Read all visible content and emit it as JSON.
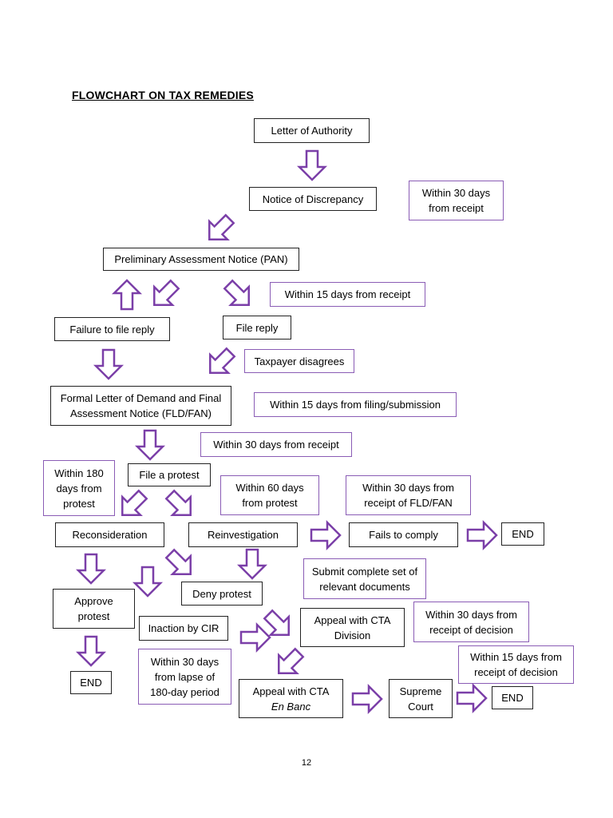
{
  "title": "FLOWCHART ON TAX REMEDIES",
  "page_number": "12",
  "colors": {
    "arrow": "#7b3fa8",
    "note_border": "#8a5cb5",
    "box_border": "#222222"
  },
  "nodes": {
    "loa": "Letter of Authority",
    "nod": "Notice of Discrepancy",
    "pan": "Preliminary Assessment Notice (PAN)",
    "failure_reply": "Failure to file reply",
    "file_reply": "File reply",
    "fld_fan": [
      "Formal Letter of Demand and Final",
      "Assessment Notice (FLD/FAN)"
    ],
    "file_protest": "File a protest",
    "reconsideration": "Reconsideration",
    "reinvestigation": "Reinvestigation",
    "fails_comply": "Fails to comply",
    "end1": "END",
    "approve": [
      "Approve",
      "protest"
    ],
    "deny": "Deny protest",
    "inaction": "Inaction by CIR",
    "appeal_division": [
      "Appeal with CTA",
      "Division"
    ],
    "end2": "END",
    "appeal_enbanc": [
      "Appeal with CTA",
      "En Banc"
    ],
    "supreme": [
      "Supreme",
      "Court"
    ],
    "end3": "END"
  },
  "notes": {
    "n30_receipt": [
      "Within 30 days",
      "from receipt"
    ],
    "n15_receipt": "Within 15 days from receipt",
    "taxpayer_disagrees": "Taxpayer disagrees",
    "n15_filing": "Within 15 days from filing/submission",
    "n30_receipt_line": "Within 30 days from receipt",
    "n180": [
      "Within 180",
      "days from",
      "protest"
    ],
    "n60": [
      "Within 60 days",
      "from protest"
    ],
    "n30_fld": [
      "Within 30 days from",
      "receipt of FLD/FAN"
    ],
    "submit_docs": [
      "Submit complete set of",
      "relevant documents"
    ],
    "n30_decision": [
      "Within 30 days from",
      "receipt of decision"
    ],
    "n30_lapse": [
      "Within 30 days",
      "from lapse of",
      "180-day period"
    ],
    "n15_decision": [
      "Within 15 days from",
      "receipt of decision"
    ]
  }
}
